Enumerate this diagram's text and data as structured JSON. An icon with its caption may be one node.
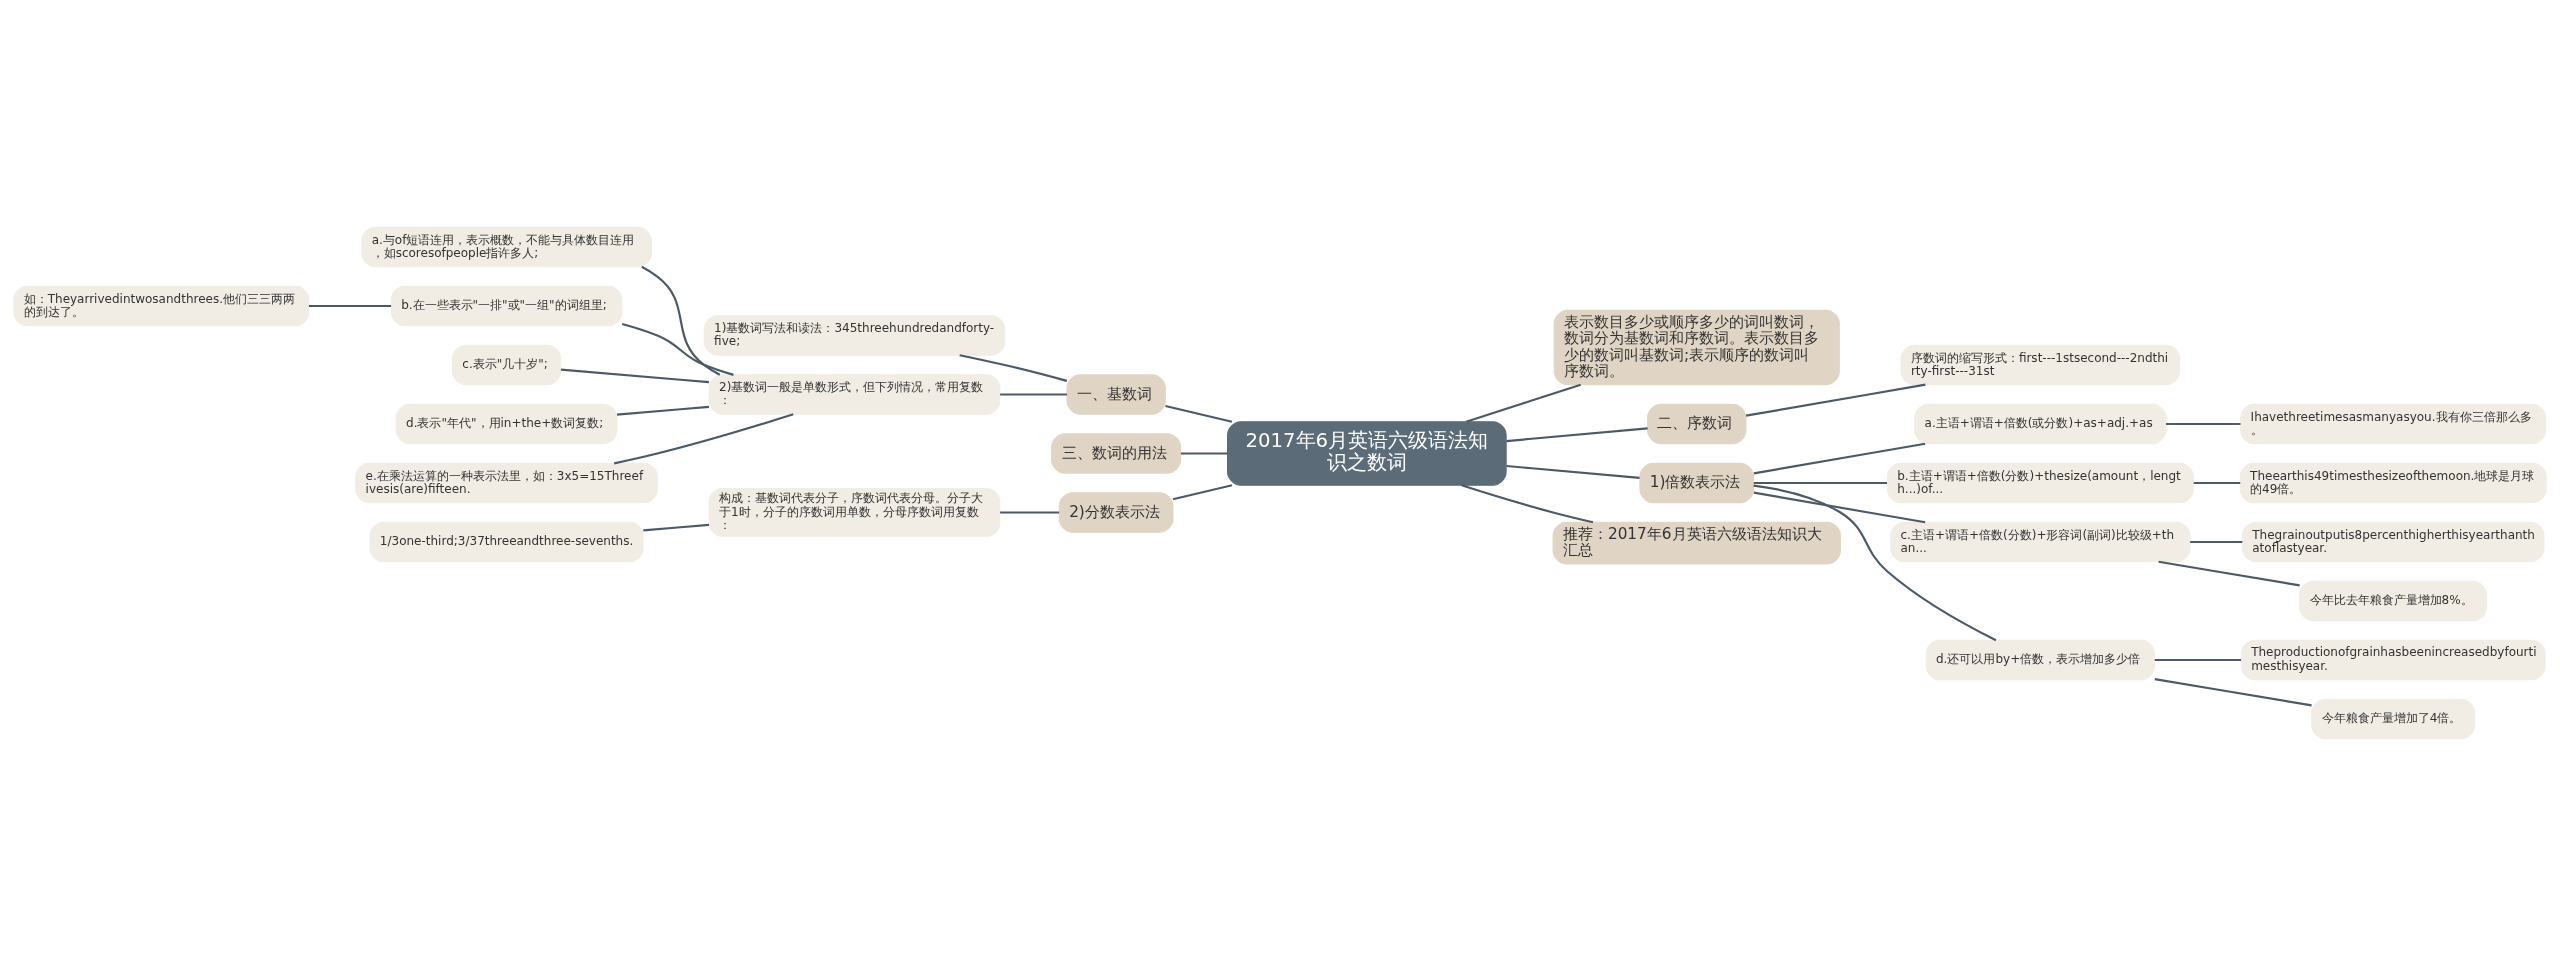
{
  "diagram": {
    "nodes": [
      {
        "text": [
          "2017年6月英语六级语法知识之数词"
        ]
      },
      {
        "text": [
          "一、基数词"
        ]
      },
      {
        "text": [
          "1)基数词写法和读法：345threehundredandforty-five;"
        ]
      },
      {
        "text": [
          "2)基数词一般是单数形式，但下列情况，常用复数："
        ]
      },
      {
        "text": [
          "a.与of短语连用，表示概数，不能与具体数目连用，如scoresofpeople指许多人;"
        ]
      },
      {
        "text": [
          "b.在一些表示\"一排\"或\"一组\"的词组里;"
        ]
      },
      {
        "text": [
          "如：Theyarrivedintwosandthrees.他们三三两两的到达了。"
        ]
      },
      {
        "text": [
          "c.表示\"几十岁\";"
        ]
      },
      {
        "text": [
          "d.表示\"年代\"，用in+the+数词复数;"
        ]
      },
      {
        "text": [
          "e.在乘法运算的一种表示法里，如：3x5=15Threefivesis(are)fifteen."
        ]
      },
      {
        "text": [
          "三、数词的用法"
        ]
      },
      {
        "text": [
          "2)分数表示法"
        ]
      },
      {
        "text": [
          "构成：基数词代表分子，序数词代表分母。分子大于1时，分子的序数词用单数，分母序数词用复数："
        ]
      },
      {
        "text": [
          "1/3one-third;3/37threeandthree-sevenths."
        ]
      },
      {
        "text": [
          "表示数目多少或顺序多少的词叫数词，数词分为基数词和序数词。表示数目多少的数词叫基数词;表示顺序的数词叫序数词。"
        ]
      },
      {
        "text": [
          "二、序数词"
        ]
      },
      {
        "text": [
          "序数词的缩写形式：first---1stsecond---2ndthirty-first---31st"
        ]
      },
      {
        "text": [
          "1)倍数表示法"
        ]
      },
      {
        "text": [
          "a.主语+谓语+倍数(或分数)+as+adj.+as"
        ]
      },
      {
        "text": [
          "Ihavethreetimesasmanyasyou.我有你三倍那么多。"
        ]
      },
      {
        "text": [
          "b.主语+谓语+倍数(分数)+thesize(amount，length...)of..."
        ]
      },
      {
        "text": [
          "Theearthis49timesthesizeofthemoon.地球是月球的49倍。"
        ]
      },
      {
        "text": [
          "c.主语+谓语+倍数(分数)+形容词(副词)比较级+than..."
        ]
      },
      {
        "text": [
          "Thegrainoutputis8percenthigherthisyearthanthatoflastyear."
        ]
      },
      {
        "text": [
          "今年比去年粮食产量增加8%。"
        ]
      },
      {
        "text": [
          "d.还可以用by+倍数，表示增加多少倍"
        ]
      },
      {
        "text": [
          "Theproductionofgrainhasbeenincreasedbyfourtimesthisyear."
        ]
      },
      {
        "text": [
          "今年粮食产量增加了4倍。"
        ]
      },
      {
        "text": [
          "推荐：2017年6月英语六级语法知识大汇总"
        ]
      }
    ],
    "edges": [
      {
        "from": 1,
        "to": 0,
        "arrow": "none"
      },
      {
        "from": 2,
        "to": 1,
        "arrow": "none"
      },
      {
        "from": 3,
        "to": 1,
        "arrow": "none"
      },
      {
        "from": 4,
        "to": 3,
        "arrow": "none"
      },
      {
        "from": 5,
        "to": 3,
        "arrow": "none"
      },
      {
        "from": 6,
        "to": 5,
        "arrow": "none"
      },
      {
        "from": 7,
        "to": 3,
        "arrow": "none"
      },
      {
        "from": 8,
        "to": 3,
        "arrow": "none"
      },
      {
        "from": 9,
        "to": 3,
        "arrow": "none"
      },
      {
        "from": 10,
        "to": 0,
        "arrow": "none"
      },
      {
        "from": 11,
        "to": 0,
        "arrow": "none"
      },
      {
        "from": 12,
        "to": 11,
        "arrow": "none"
      },
      {
        "from": 13,
        "to": 12,
        "arrow": "none"
      },
      {
        "from": 0,
        "to": 14,
        "arrow": "none"
      },
      {
        "from": 0,
        "to": 15,
        "arrow": "none"
      },
      {
        "from": 15,
        "to": 16,
        "arrow": "none"
      },
      {
        "from": 0,
        "to": 17,
        "arrow": "none"
      },
      {
        "from": 17,
        "to": 18,
        "arrow": "none"
      },
      {
        "from": 18,
        "to": 19,
        "arrow": "none"
      },
      {
        "from": 17,
        "to": 20,
        "arrow": "none"
      },
      {
        "from": 20,
        "to": 21,
        "arrow": "none"
      },
      {
        "from": 17,
        "to": 22,
        "arrow": "none"
      },
      {
        "from": 22,
        "to": 23,
        "arrow": "none"
      },
      {
        "from": 22,
        "to": 24,
        "arrow": "none"
      },
      {
        "from": 17,
        "to": 25,
        "arrow": "none"
      },
      {
        "from": 25,
        "to": 26,
        "arrow": "none"
      },
      {
        "from": 25,
        "to": 27,
        "arrow": "none"
      },
      {
        "from": 0,
        "to": 28,
        "arrow": "none"
      }
    ]
  }
}
